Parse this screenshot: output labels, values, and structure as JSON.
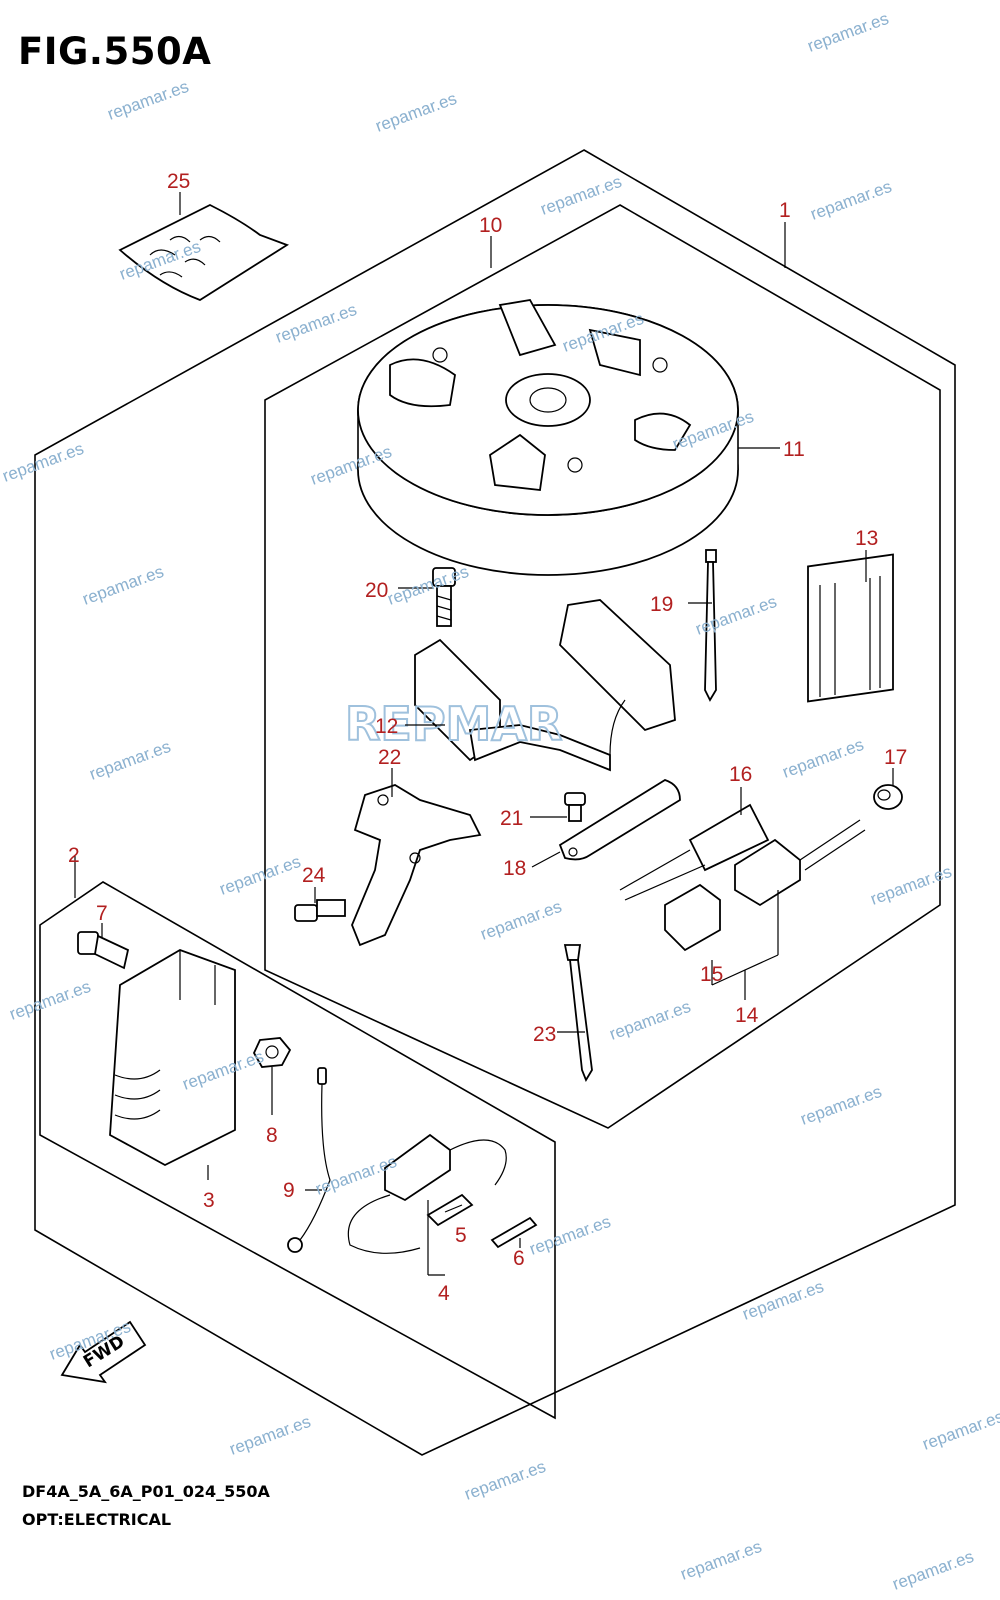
{
  "figure": {
    "title": "FIG.550A",
    "code": "DF4A_5A_6A_P01_024_550A",
    "subtitle": "OPT:ELECTRICAL"
  },
  "callouts": [
    "25",
    "10",
    "1",
    "11",
    "13",
    "20",
    "19",
    "12",
    "22",
    "16",
    "17",
    "21",
    "18",
    "24",
    "2",
    "7",
    "15",
    "14",
    "23",
    "8",
    "3",
    "9",
    "5",
    "6",
    "4"
  ],
  "watermark": "repamar.es",
  "fwd_label": "FWD",
  "logo_text": "REPMAR",
  "colors": {
    "callout": "#b22020",
    "watermark": "#8ab0cf",
    "lines": "#000000"
  }
}
